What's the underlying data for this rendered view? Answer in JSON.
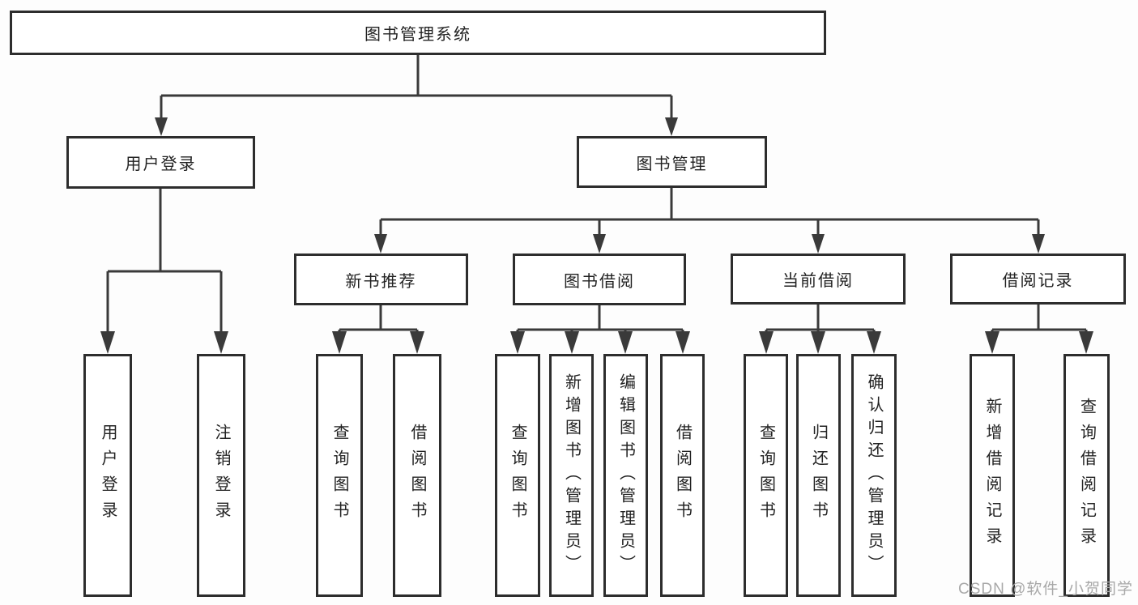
{
  "diagram": {
    "root": "图书管理系统",
    "branches": [
      {
        "label": "用户登录",
        "children": [
          "用户登录",
          "注销登录"
        ]
      },
      {
        "label": "图书管理",
        "groups": [
          {
            "label": "新书推荐",
            "children": [
              "查询图书",
              "借阅图书"
            ]
          },
          {
            "label": "图书借阅",
            "children": [
              "查询图书",
              "新增图书（管理员）",
              "编辑图书（管理员）",
              "借阅图书"
            ]
          },
          {
            "label": "当前借阅",
            "children": [
              "查询图书",
              "归还图书",
              "确认归还（管理员）"
            ]
          },
          {
            "label": "借阅记录",
            "children": [
              "新增借阅记录",
              "查询借阅记录"
            ]
          }
        ]
      }
    ]
  },
  "watermark": {
    "text": "CSDN @软件_小贺同学"
  },
  "colors": {
    "line": "#3a3a3a",
    "box_border": "#2d2d2d",
    "text": "#222222",
    "watermark": "#a8a8a8",
    "background": "#fdfdfd"
  }
}
